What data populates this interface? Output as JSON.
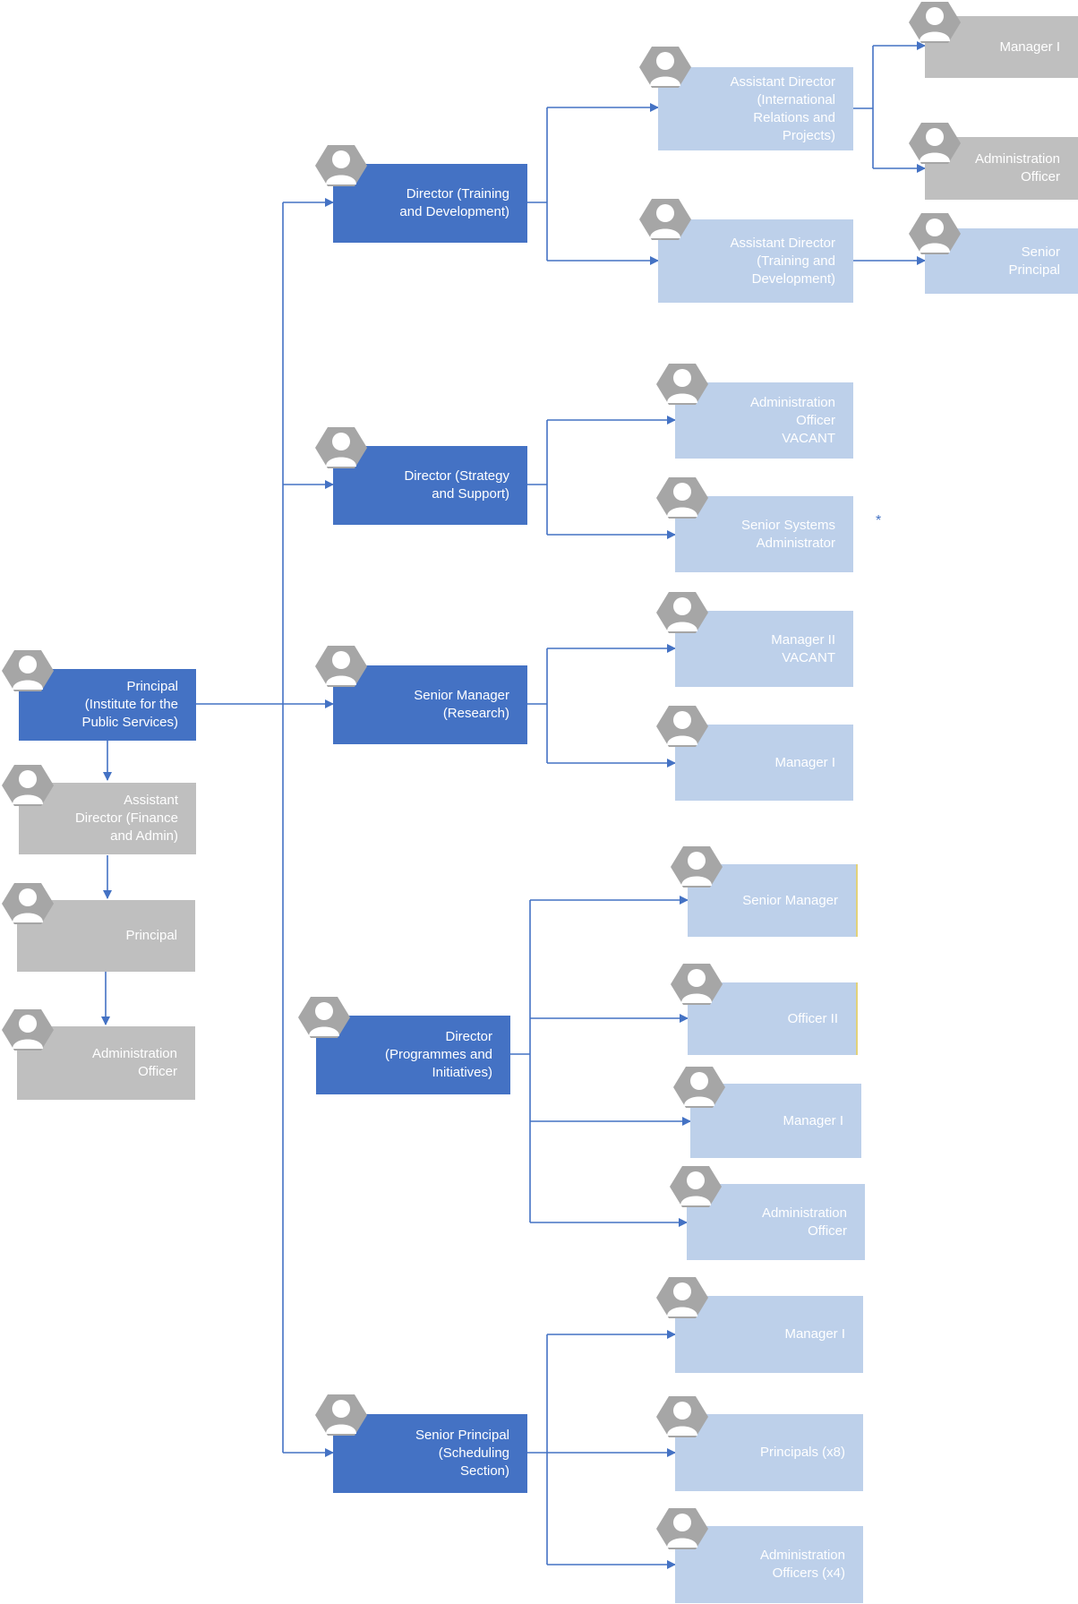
{
  "nodes": {
    "principal": {
      "label": "Principal\n(Institute for the\nPublic Services)",
      "style": "dark"
    },
    "ad_finance": {
      "label": "Assistant\nDirector (Finance\nand Admin)",
      "style": "grey"
    },
    "principal2": {
      "label": "Principal",
      "style": "grey"
    },
    "admin_officer_l": {
      "label": "Administration\nOfficer",
      "style": "grey"
    },
    "dir_training": {
      "label": "Director (Training\nand Development)",
      "style": "dark"
    },
    "dir_strategy": {
      "label": "Director (Strategy\nand Support)",
      "style": "dark"
    },
    "sm_research": {
      "label": "Senior Manager\n(Research)",
      "style": "dark"
    },
    "dir_programmes": {
      "label": "Director\n(Programmes and\nInitiatives)",
      "style": "dark"
    },
    "sp_scheduling": {
      "label": "Senior Principal\n(Scheduling\nSection)",
      "style": "dark"
    },
    "ad_intl": {
      "label": "Assistant Director\n(International\nRelations and\nProjects)",
      "style": "light"
    },
    "ad_training": {
      "label": "Assistant Director\n(Training and\nDevelopment)",
      "style": "light"
    },
    "manager1_top": {
      "label": "Manager I",
      "style": "grey"
    },
    "admin_officer_top": {
      "label": "Administration\nOfficer",
      "style": "grey"
    },
    "senior_principal_top": {
      "label": "Senior\nPrincipal",
      "style": "light"
    },
    "admin_vacant": {
      "label": "Administration\nOfficer\nVACANT",
      "style": "light"
    },
    "senior_sysadmin": {
      "label": "Senior Systems\nAdministrator",
      "style": "light"
    },
    "manager2_vacant": {
      "label": "Manager II\nVACANT",
      "style": "light"
    },
    "manager1_research": {
      "label": "Manager I",
      "style": "light"
    },
    "senior_manager_prog": {
      "label": "Senior Manager",
      "style": "light"
    },
    "officer2": {
      "label": "Officer II",
      "style": "light"
    },
    "manager1_prog": {
      "label": "Manager I",
      "style": "light"
    },
    "admin_officer_prog": {
      "label": "Administration\nOfficer",
      "style": "light"
    },
    "manager1_sched": {
      "label": "Manager I",
      "style": "light"
    },
    "principals_x8": {
      "label": "Principals (x8)",
      "style": "light"
    },
    "admin_officers_x4": {
      "label": "Administration\nOfficers (x4)",
      "style": "light"
    }
  },
  "annotation": {
    "asterisk": "*"
  },
  "colors": {
    "dark": "#4472c4",
    "light": "#bdd0ea",
    "grey": "#bfbfbf",
    "line": "#4472c4",
    "avatar": "#a6a6a6"
  },
  "icons": {
    "avatar": "person-icon"
  }
}
